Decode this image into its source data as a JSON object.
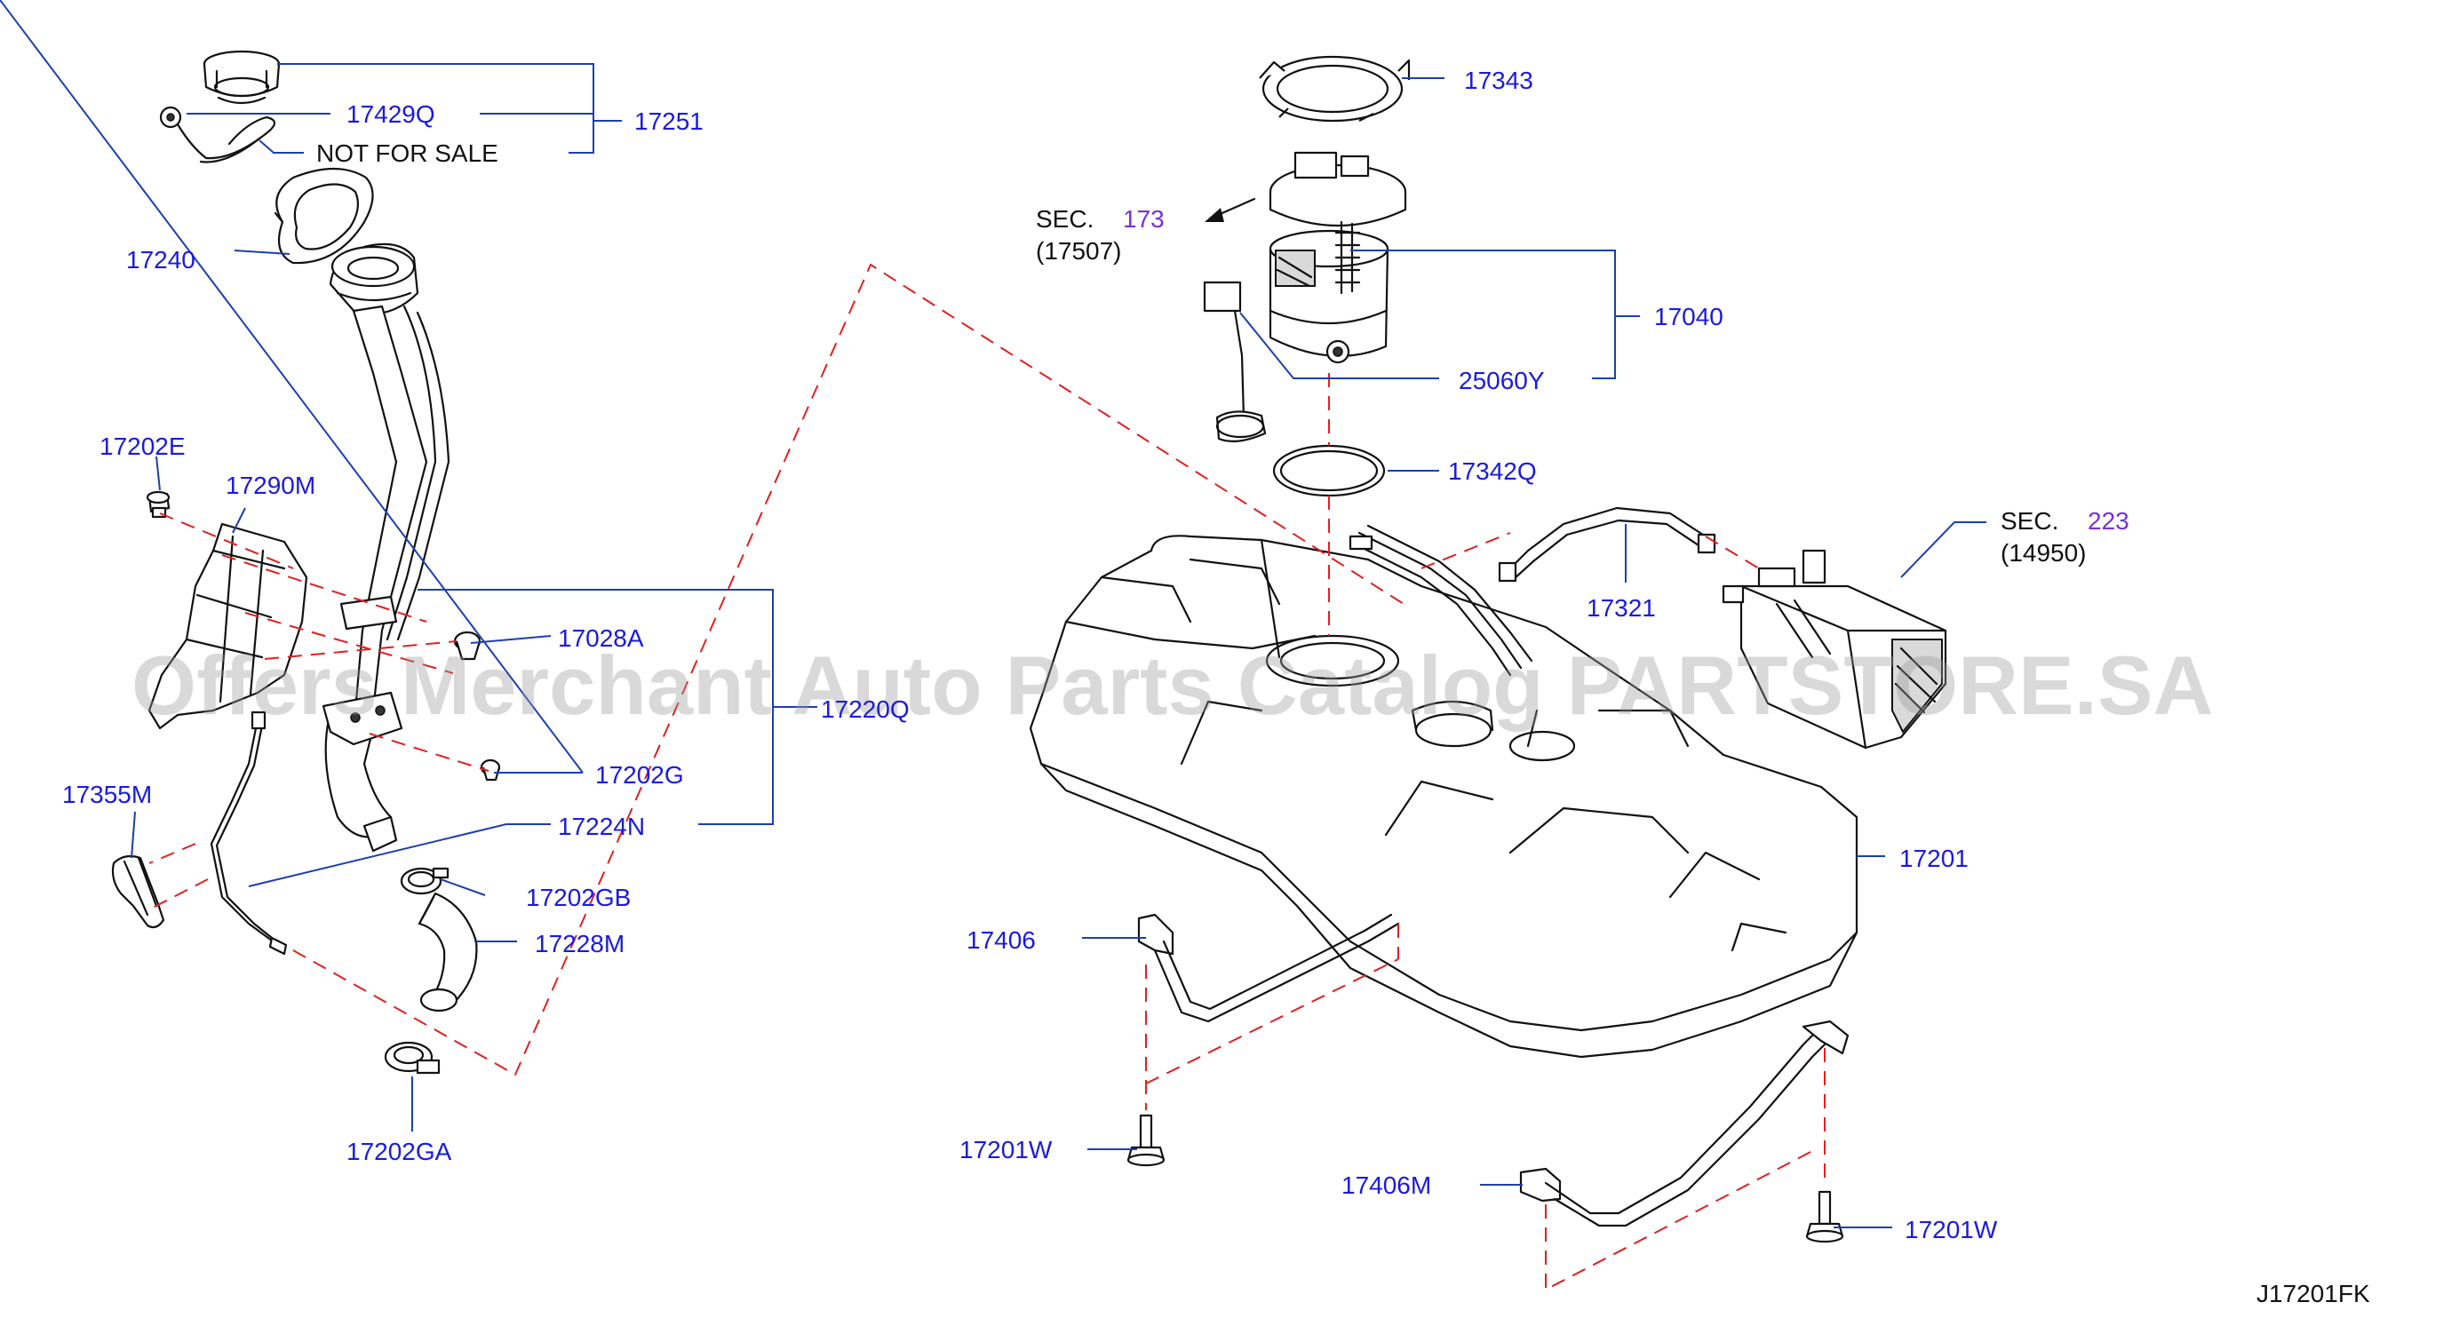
{
  "colors": {
    "callout": "#1a1adf",
    "leader": "#1c3fb0",
    "dashed": "#e02020",
    "section_ref": "#7b2fd6",
    "watermark": "#9a9a9a"
  },
  "watermark": "Offers Merchant Auto Parts Catalog PARTSTORE.SA",
  "diagram_code": "J17201FK",
  "callouts": {
    "c17251": "17251",
    "c17429Q": "17429Q",
    "not_for_sale": "NOT  FOR  SALE",
    "c17240": "17240",
    "c17202E": "17202E",
    "c17290M": "17290M",
    "c17028A": "17028A",
    "c17220Q": "17220Q",
    "c17202G": "17202G",
    "c17355M": "17355M",
    "c17224N": "17224N",
    "c17202GB": "17202GB",
    "c17228M": "17228M",
    "c17202GA": "17202GA",
    "c17343": "17343",
    "c17040": "17040",
    "c25060Y": "25060Y",
    "c17342Q": "17342Q",
    "c17321": "17321",
    "c17201": "17201",
    "c17406": "17406",
    "c17201W_a": "17201W",
    "c17406M": "17406M",
    "c17201W_b": "17201W"
  },
  "section_refs": {
    "sec173": {
      "prefix": "SEC.",
      "num": "173",
      "sub": "(17507)"
    },
    "sec223": {
      "prefix": "SEC.",
      "num": "223",
      "sub": "(14950)"
    }
  }
}
